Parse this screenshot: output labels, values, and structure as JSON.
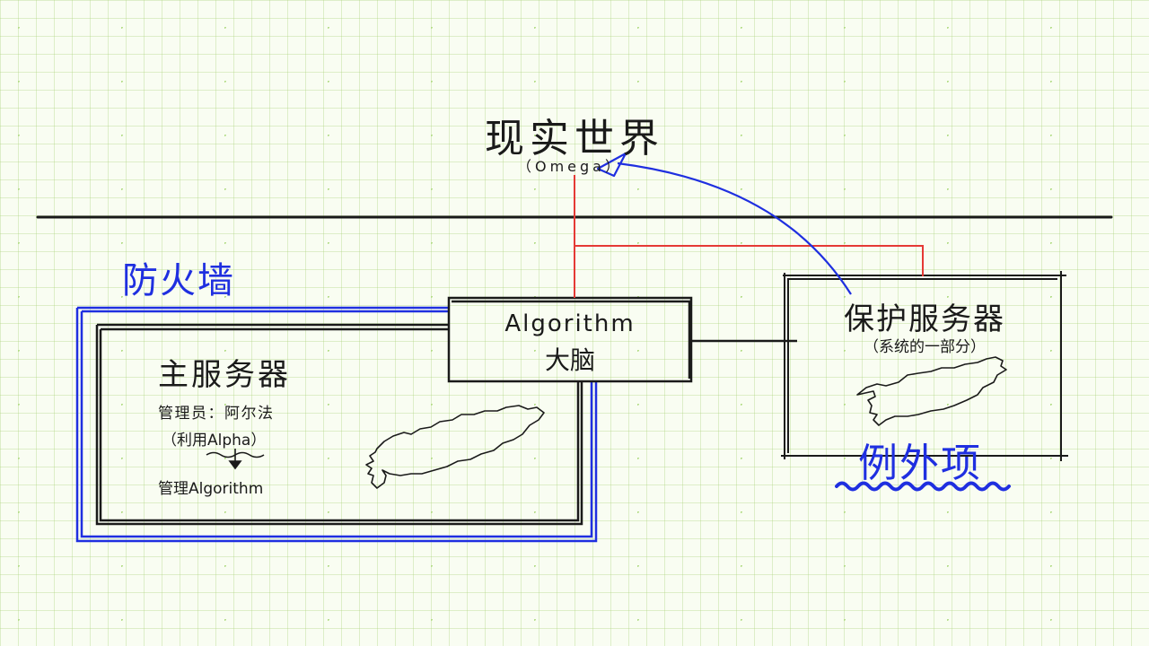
{
  "real_world": {
    "title": "现实世界",
    "subtitle": "（Omega）"
  },
  "firewall": {
    "label": "防火墙"
  },
  "algorithm_box": {
    "line1": "Algorithm",
    "line2": "大脑"
  },
  "main_server": {
    "title": "主服务器",
    "admin": "管理员：阿尔法",
    "uses": "（利用Alpha）",
    "manages": "管理Algorithm"
  },
  "protection_server": {
    "title": "保护服务器",
    "subtitle": "（系统的一部分）"
  },
  "exception": {
    "label": "例外项"
  },
  "colors": {
    "ink": "#1a1a1a",
    "blue": "#1f2fe0",
    "red": "#e53935",
    "dots": "#b5dd8a"
  }
}
